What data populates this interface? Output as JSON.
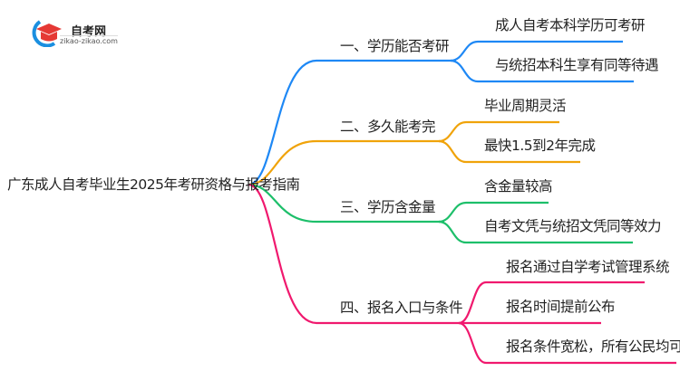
{
  "logo": {
    "name": "自考网",
    "url": "zikao-zikao.com"
  },
  "root": "广东成人自考毕业生2025年考研资格与报考指南",
  "colors": {
    "b1": "#1e88f5",
    "b2": "#f0a30a",
    "b3": "#1dbf6a",
    "b4": "#f0196e"
  },
  "branches": [
    {
      "label": "一、学历能否考研",
      "children": [
        "成人自考本科学历可考研",
        "与统招本科生享有同等待遇"
      ]
    },
    {
      "label": "二、多久能考完",
      "children": [
        "毕业周期灵活",
        "最快1.5到2年完成"
      ]
    },
    {
      "label": "三、学历含金量",
      "children": [
        "含金量较高",
        "自考文凭与统招文凭同等效力"
      ]
    },
    {
      "label": "四、报名入口与条件",
      "children": [
        "报名通过自学考试管理系统",
        "报名时间提前公布",
        "报名条件宽松，所有公民均可报名"
      ]
    }
  ]
}
